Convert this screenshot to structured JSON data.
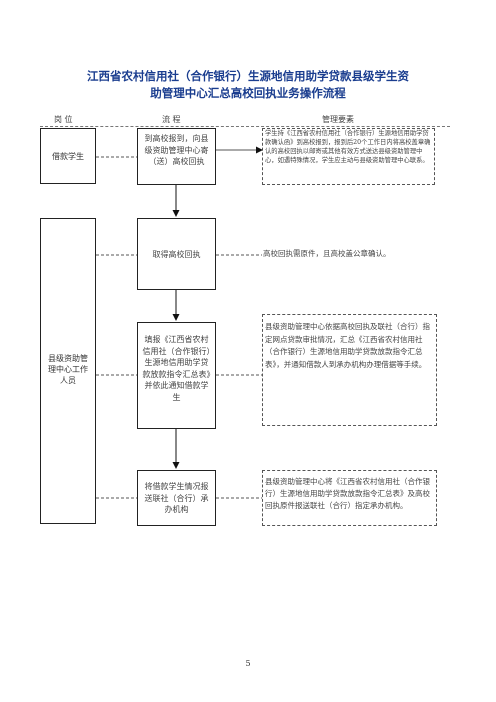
{
  "title": {
    "line1": "江西省农村信用社（合作银行）生源地信用助学贷款县级学生资",
    "line2": "助管理中心汇总高校回执业务操作流程"
  },
  "headers": {
    "position": "岗 位",
    "flow": "流 程",
    "requirements": "管理要素"
  },
  "roles": {
    "borrower": "借款学生",
    "county_staff": "县级资助管理中心工作人员"
  },
  "steps": [
    {
      "text": "到高校报到，向县级资助管理中心寄（送）高校回执",
      "requirement": "学生持《江西省农村信用社（合作银行）生源地信用助学贷款确认函》到高校报到，报到后20个工作日内将高校盖章确认的高校回执以邮寄或其他有效方式送达县级资助管理中心，如遇特殊情况，学生应主动与县级资助管理中心联系。"
    },
    {
      "text": "取得高校回执",
      "requirement": "高校回执需原件，且高校盖公章确认。"
    },
    {
      "text": "填报《江西省农村信用社（合作银行）生源地信用助学贷款放款指令汇总表》并依此通知借款学生",
      "requirement": "县级资助管理中心依据高校回执及联社（合行）指定网点贷款审批情况，汇总《江西省农村信用社（合作银行）生源地信用助学贷款放款指令汇总表》，并通知借款人到承办机构办理借据等手续。"
    },
    {
      "text": "将借款学生情况报送联社（合行）承办机构",
      "requirement": "县级资助管理中心将《江西省农村信用社（合作银行）生源地信用助学贷款放款指令汇总表》及高校回执原件报送联社（合行）指定承办机构。"
    }
  ],
  "page_number": "5"
}
